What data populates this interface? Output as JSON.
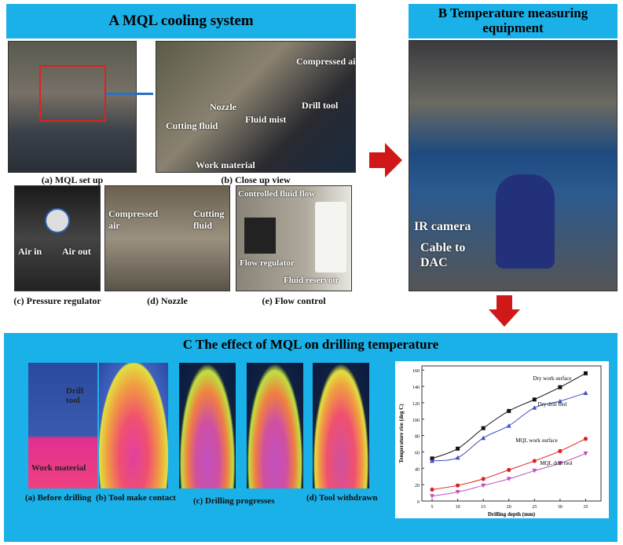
{
  "panel_a": {
    "title": "A MQL cooling system",
    "photos": [
      {
        "caption": "(a) MQL set up"
      },
      {
        "caption": "(b) Close up view",
        "labels": [
          "Compressed air",
          "Nozzle",
          "Cutting fluid",
          "Fluid mist",
          "Drill tool",
          "Work material"
        ]
      },
      {
        "caption": "(c) Pressure regulator",
        "labels": [
          "Air in",
          "Air out"
        ]
      },
      {
        "caption": "(d) Nozzle",
        "labels": [
          "Compressed air",
          "Cutting fluid"
        ]
      },
      {
        "caption": "(e) Flow control",
        "labels": [
          "Controlled fluid flow",
          "Flow regulator",
          "Fluid reservoir"
        ]
      }
    ]
  },
  "panel_b": {
    "title": "B Temperature measuring equipment",
    "labels": [
      "IR camera",
      "Cable to DAC"
    ]
  },
  "panel_c": {
    "title": "C The effect of MQL on drilling temperature",
    "thermal": [
      {
        "caption": "(a) Before drilling",
        "labels": [
          "Drill tool",
          "Work material"
        ]
      },
      {
        "caption": "(b) Tool make contact"
      },
      {
        "caption": "(c) Drilling progresses"
      },
      {
        "caption": "(d) Tool withdrawn"
      }
    ]
  },
  "colors": {
    "header": "#1ab0e8",
    "arrow": "#d01818"
  },
  "chart_data": {
    "type": "line",
    "title": "",
    "xlabel": "Drilling depth (mm)",
    "ylabel": "Temperature rise (deg C)",
    "x": [
      5,
      10,
      15,
      20,
      25,
      30,
      35
    ],
    "xlim": [
      3,
      38
    ],
    "ylim": [
      0,
      165
    ],
    "xticks": [
      5,
      10,
      15,
      20,
      25,
      30,
      35
    ],
    "yticks": [
      0,
      20,
      40,
      60,
      80,
      100,
      120,
      140,
      160
    ],
    "series": [
      {
        "name": "Dry work surface",
        "color": "#111111",
        "marker": "square",
        "values": [
          52,
          64,
          89,
          110,
          124,
          139,
          156
        ]
      },
      {
        "name": "Dry drill tool",
        "color": "#4050c0",
        "marker": "triangle",
        "values": [
          49,
          53,
          77,
          92,
          114,
          122,
          132
        ]
      },
      {
        "name": "MQL work surface",
        "color": "#e02020",
        "marker": "circle",
        "values": [
          14,
          19,
          27,
          38,
          49,
          61,
          76
        ]
      },
      {
        "name": "MQL drill tool",
        "color": "#c050c0",
        "marker": "triangle-down",
        "values": [
          6,
          11,
          19,
          27,
          37,
          46,
          58
        ]
      }
    ]
  }
}
